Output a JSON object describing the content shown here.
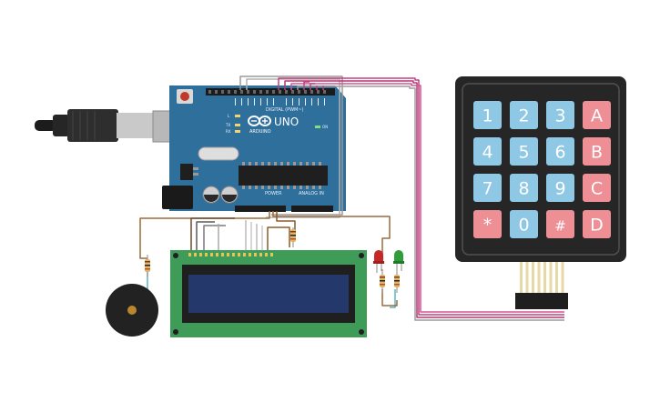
{
  "arduino": {
    "brand": "ARDUINO",
    "model": "UNO",
    "digital_label": "DIGITAL (PWM~)",
    "power_label": "POWER",
    "analog_label": "ANALOG IN",
    "on_label": "ON",
    "tx_label": "TX",
    "rx_label": "RX",
    "l_label": "L",
    "color_board": "#2f6f9c"
  },
  "keypad": {
    "keys": [
      {
        "label": "1",
        "kind": "num"
      },
      {
        "label": "2",
        "kind": "num"
      },
      {
        "label": "3",
        "kind": "num"
      },
      {
        "label": "A",
        "kind": "letter"
      },
      {
        "label": "4",
        "kind": "num"
      },
      {
        "label": "5",
        "kind": "num"
      },
      {
        "label": "6",
        "kind": "num"
      },
      {
        "label": "B",
        "kind": "letter"
      },
      {
        "label": "7",
        "kind": "num"
      },
      {
        "label": "8",
        "kind": "num"
      },
      {
        "label": "9",
        "kind": "num"
      },
      {
        "label": "C",
        "kind": "letter"
      },
      {
        "label": "*",
        "kind": "letter"
      },
      {
        "label": "0",
        "kind": "num"
      },
      {
        "label": "#",
        "kind": "letter"
      },
      {
        "label": "D",
        "kind": "letter"
      }
    ],
    "color_num": "#8ec8e4",
    "color_letter": "#ee8f96"
  },
  "colors": {
    "wire_pink": "#c2407f",
    "wire_grey": "#9a9a9a",
    "wire_brown": "#9a6a3a",
    "wire_teal": "#59b3c4",
    "lcd_board": "#3f9b58",
    "led_red": "#c62828",
    "led_green": "#2e9d3a"
  }
}
